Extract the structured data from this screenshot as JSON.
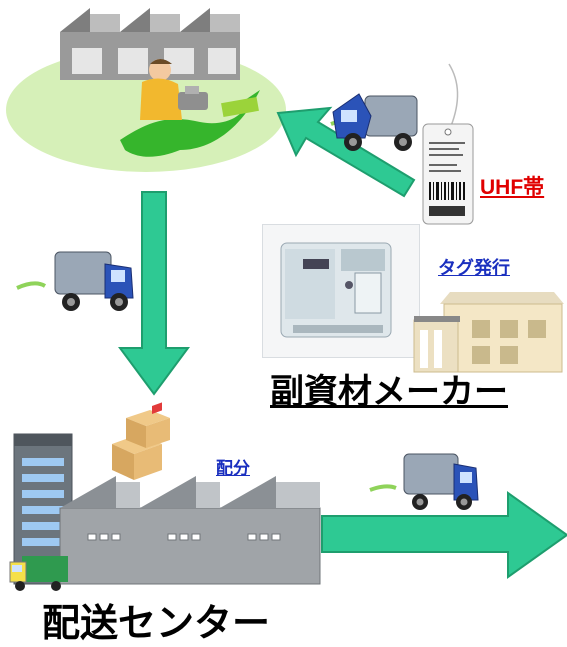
{
  "labels": {
    "uhf_band": "UHF帯",
    "tag_issue": "タグ発行",
    "materials_maker": "副資材メーカー",
    "distribution": "配分",
    "distribution_center": "配送センター"
  },
  "colors": {
    "arrow_green": "#2ec993",
    "arrow_edge": "#1e9e6e",
    "label_red": "#e00000",
    "label_blue": "#1a2fbf",
    "truck_blue": "#2b53b8",
    "blob_green": "#d6f0b8"
  },
  "icons": {
    "factory": "garment-factory-worker-illustration",
    "truck": "delivery-truck-icon",
    "tag": "rfid-hang-tag",
    "printer": "tag-printer-machine",
    "maker_building": "maker-building-icon",
    "boxes": "cardboard-boxes-icon",
    "center": "distribution-center-building"
  }
}
